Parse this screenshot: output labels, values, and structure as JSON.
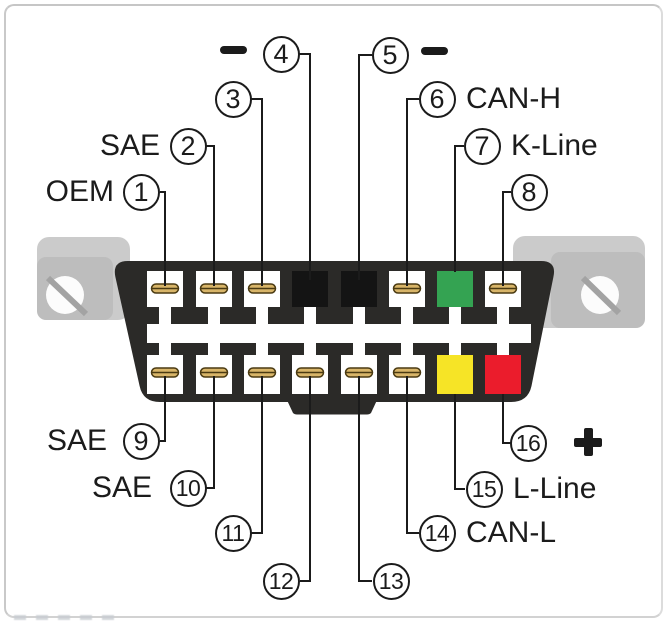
{
  "pins": [
    {
      "number": "1",
      "label": "OEM"
    },
    {
      "number": "2",
      "label": "SAE"
    },
    {
      "number": "3",
      "label": ""
    },
    {
      "number": "4",
      "label": "−"
    },
    {
      "number": "5",
      "label": "−"
    },
    {
      "number": "6",
      "label": "CAN-H"
    },
    {
      "number": "7",
      "label": "K-Line"
    },
    {
      "number": "8",
      "label": ""
    },
    {
      "number": "9",
      "label": "SAE"
    },
    {
      "number": "10",
      "label": "SAE"
    },
    {
      "number": "11",
      "label": ""
    },
    {
      "number": "12",
      "label": ""
    },
    {
      "number": "13",
      "label": ""
    },
    {
      "number": "14",
      "label": "CAN-L"
    },
    {
      "number": "15",
      "label": "L-Line"
    },
    {
      "number": "16",
      "label": "+"
    }
  ],
  "colors": {
    "connector_body": "#2b2a28",
    "pin_contact_gold": "#d8b569",
    "pin_contact_outline": "#4a3a12",
    "pin_ground_black": "#141414",
    "pin_green": "#34a352",
    "pin_yellow": "#f6e426",
    "pin_red": "#eb1c2c",
    "bracket_gray": "#cbcbcb",
    "bracket_face_gray": "#bdbdbd",
    "line_black": "#1b1b1b"
  }
}
